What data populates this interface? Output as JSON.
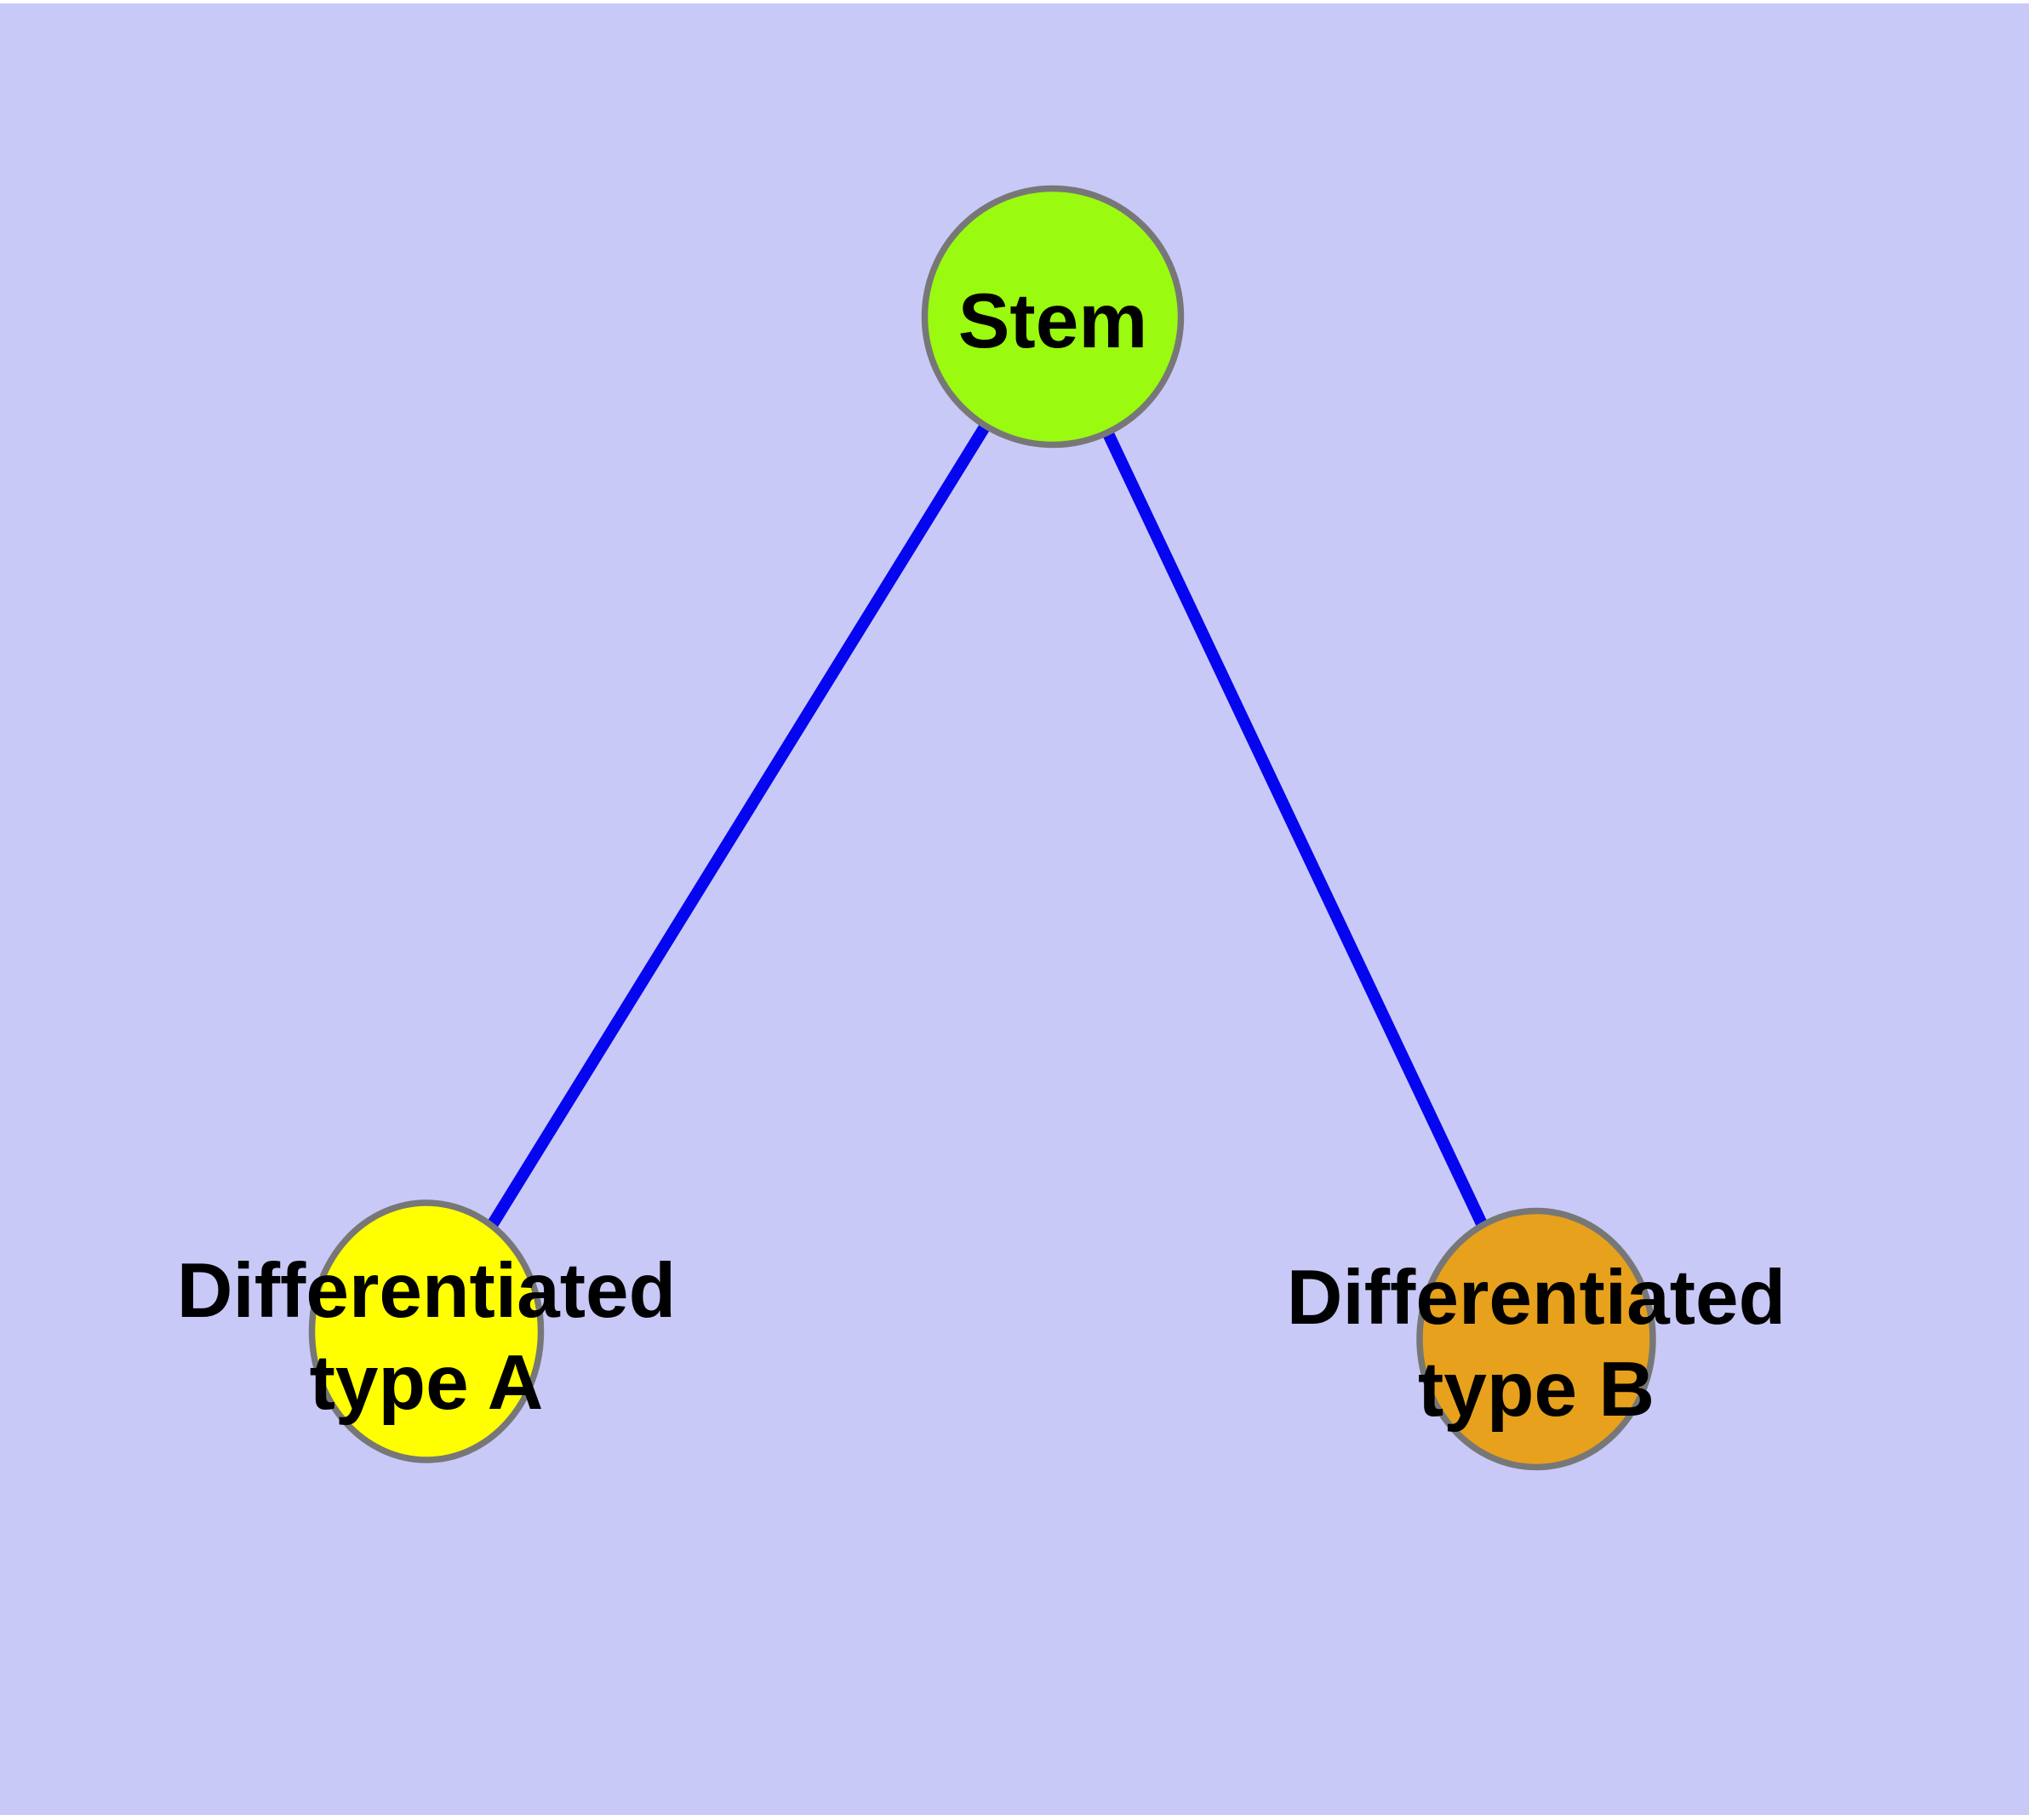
{
  "diagram": {
    "background_color": "#C9C9F7",
    "frame_color": "#FFFFFF",
    "edge_color": "#0505F0",
    "node_border_color": "#777777",
    "text_color": "#000000",
    "nodes": [
      {
        "id": "stem",
        "label": "Stem",
        "fill": "#9AFA0F",
        "shape": "circle"
      },
      {
        "id": "differentiated-type-a",
        "label_lines": [
          "Differentiated",
          "type A"
        ],
        "fill": "#FFFF00",
        "shape": "ellipse"
      },
      {
        "id": "differentiated-type-b",
        "label_lines": [
          "Differentiated",
          "type B"
        ],
        "fill": "#E7A11C",
        "shape": "ellipse"
      }
    ],
    "edges": [
      {
        "from": "stem",
        "to": "differentiated-type-a"
      },
      {
        "from": "stem",
        "to": "differentiated-type-b"
      }
    ]
  }
}
